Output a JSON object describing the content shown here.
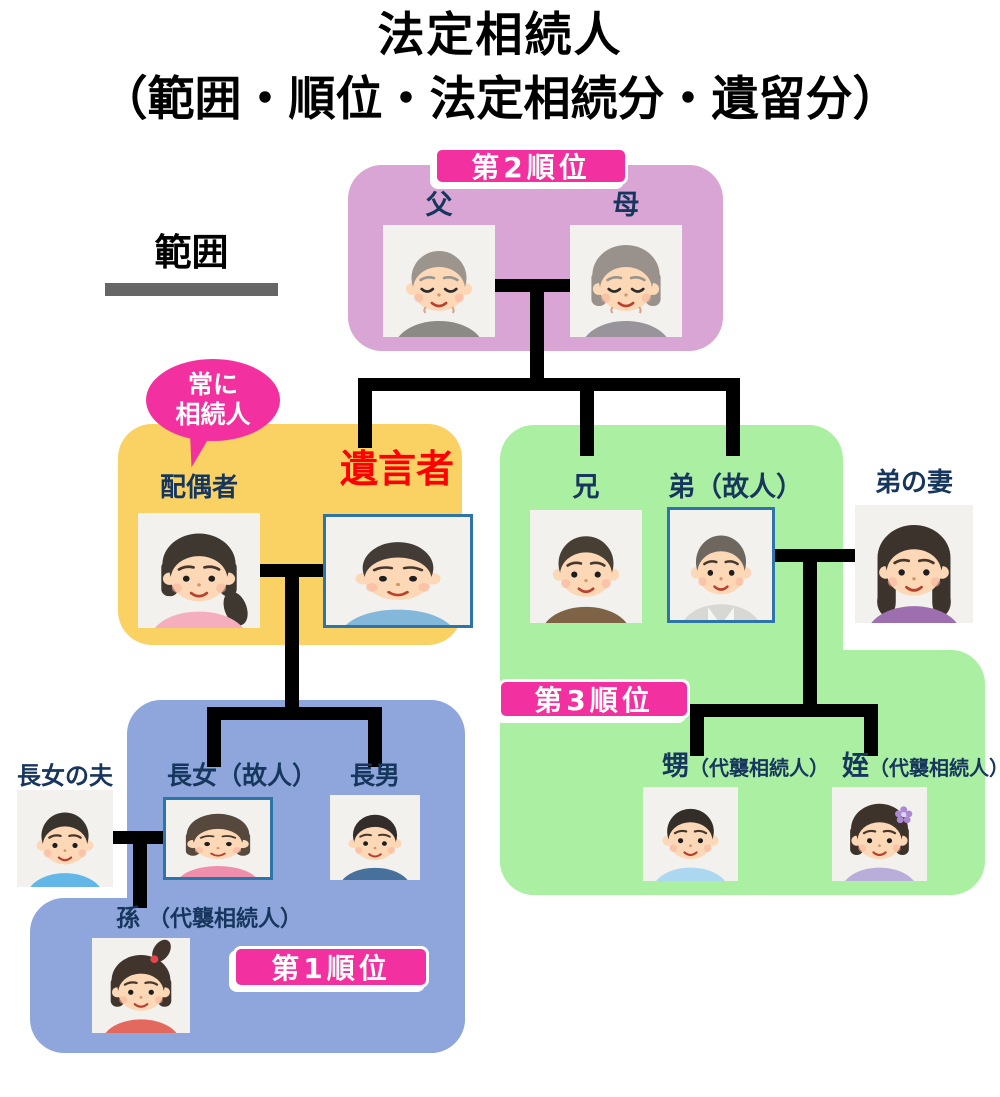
{
  "title": {
    "line1": "法定相続人",
    "line2": "（範囲・順位・法定相続分・遺留分）"
  },
  "scope": {
    "label": "範囲"
  },
  "badges": {
    "rank1": "第1順位",
    "rank2": "第2順位",
    "rank3": "第3順位"
  },
  "bubble": {
    "line1": "常に",
    "line2": "相続人"
  },
  "people": [
    {
      "id": "father",
      "label": "父",
      "note": "",
      "portrait": "elderly-man"
    },
    {
      "id": "mother",
      "label": "母",
      "note": "",
      "portrait": "elderly-woman"
    },
    {
      "id": "spouse",
      "label": "配偶者",
      "note": "",
      "portrait": "woman-side-ponytail"
    },
    {
      "id": "testator",
      "label": "遺言者",
      "note": "",
      "portrait": "young-man",
      "framed": true
    },
    {
      "id": "elder-brother",
      "label": "兄",
      "note": "",
      "portrait": "man-brown"
    },
    {
      "id": "younger-brother",
      "label": "弟",
      "note": "（故人）",
      "portrait": "middle-aged-man-suit",
      "framed": true
    },
    {
      "id": "brothers-wife",
      "label": "弟の妻",
      "note": "",
      "portrait": "woman-long-hair"
    },
    {
      "id": "daughters-husband",
      "label": "長女の夫",
      "note": "",
      "portrait": "young-man-lightblue"
    },
    {
      "id": "eldest-daughter",
      "label": "長女",
      "note": "（故人）",
      "portrait": "young-woman-bob",
      "framed": true
    },
    {
      "id": "eldest-son",
      "label": "長男",
      "note": "",
      "portrait": "boy-navy"
    },
    {
      "id": "grandchild",
      "label": "孫",
      "note": "（代襲相続人）",
      "portrait": "girl-top-ponytail"
    },
    {
      "id": "nephew",
      "label": "甥",
      "note": "（代襲相続人）",
      "portrait": "boy-lightblue"
    },
    {
      "id": "niece",
      "label": "姪",
      "note": "（代襲相続人）",
      "portrait": "girl-flower"
    }
  ],
  "colors": {
    "group_parents": "#d8a5d5",
    "group_spouse": "#fad264",
    "group_siblings": "#abf0a2",
    "group_children": "#8ea6db",
    "badge_magenta": "#f3309f",
    "name_text": "#17365d",
    "testator_text": "#ff0000",
    "photo_frame": "#2e74a8",
    "tree_line": "#000000",
    "scope_bar": "#666666"
  }
}
